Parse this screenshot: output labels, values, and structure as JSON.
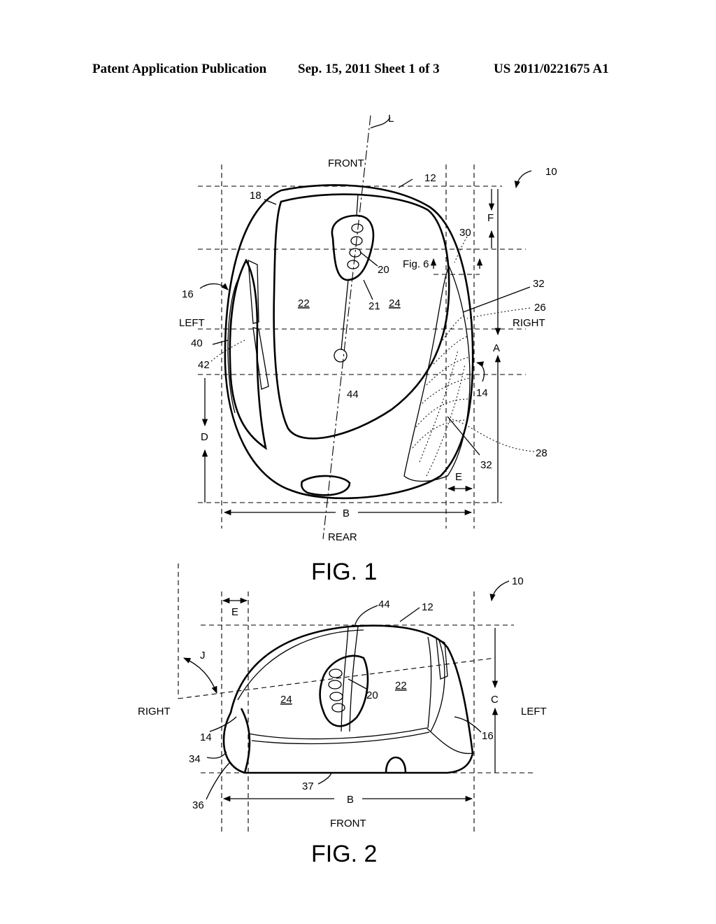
{
  "header": {
    "publication": "Patent Application Publication",
    "date_sheet": "Sep. 15, 2011   Sheet 1 of 3",
    "number": "US 2011/0221675 A1"
  },
  "fig1": {
    "caption": "FIG. 1",
    "labels": {
      "L": "L",
      "front": "FRONT",
      "rear": "REAR",
      "left": "LEFT",
      "right": "RIGHT",
      "ref10": "10",
      "ref12": "12",
      "ref18": "18",
      "ref16": "16",
      "ref20": "20",
      "ref21": "21",
      "ref22": "22",
      "ref24": "24",
      "ref26": "26",
      "ref28": "28",
      "ref30": "30",
      "ref32a": "32",
      "ref32b": "32",
      "ref40": "40",
      "ref42": "42",
      "ref44": "44",
      "ref14": "14",
      "fig6": "Fig. 6",
      "dimA": "A",
      "dimB": "B",
      "dimD": "D",
      "dimE": "E",
      "dimF": "F"
    }
  },
  "fig2": {
    "caption": "FIG. 2",
    "labels": {
      "ref10": "10",
      "ref12": "12",
      "ref44": "44",
      "ref20": "20",
      "ref22": "22",
      "ref24": "24",
      "ref14": "14",
      "ref16": "16",
      "ref34": "34",
      "ref36": "36",
      "ref37": "37",
      "right": "RIGHT",
      "left": "LEFT",
      "front": "FRONT",
      "dimB": "B",
      "dimC": "C",
      "dimE": "E",
      "dimJ": "J"
    }
  }
}
